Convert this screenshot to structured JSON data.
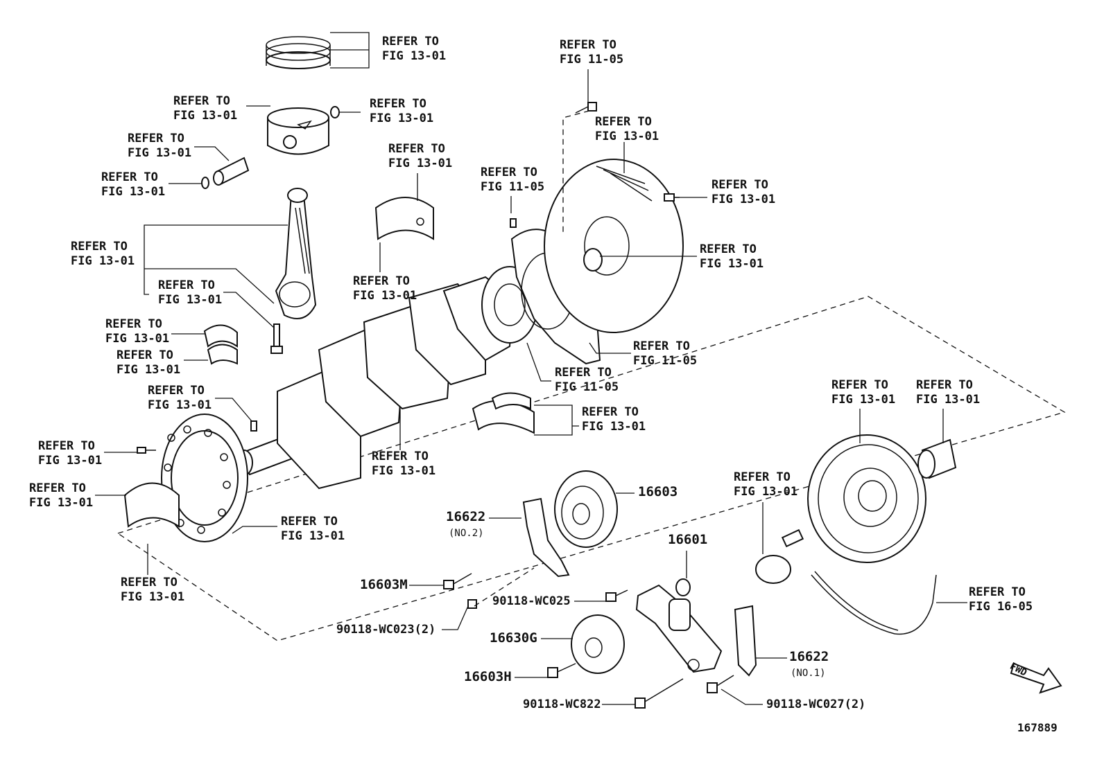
{
  "refer": {
    "fig_13_01": [
      "REFER TO",
      "FIG 13-01"
    ],
    "fig_11_05": [
      "REFER TO",
      "FIG 11-05"
    ],
    "fig_16_05": [
      "REFER TO",
      "FIG 16-05"
    ]
  },
  "parts": {
    "p16603": "16603",
    "p16622_a": "16622",
    "p16622_a_note": "(NO.2)",
    "p16603M": "16603M",
    "p16601": "16601",
    "p16630G": "16630G",
    "p16603H": "16603H",
    "p16622_b": "16622",
    "p16622_b_note": "(NO.1)",
    "wc025": "90118-WC025",
    "wc023": "90118-WC023(2)",
    "wc822": "90118-WC822",
    "wc027": "90118-WC027(2)"
  },
  "fwd_label": "FWD",
  "diagram_id": "167889"
}
